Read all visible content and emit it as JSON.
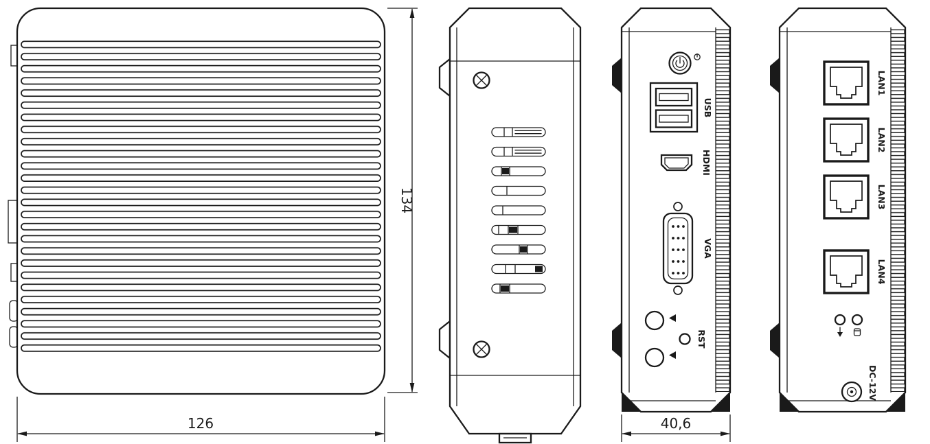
{
  "drawing": {
    "line_color": "#1a1a1a",
    "background": "#ffffff",
    "dimensions": {
      "width": "126",
      "height": "134",
      "depth": "40,6"
    },
    "front_panel": {
      "usb_label": "USB",
      "hdmi_label": "HDMI",
      "vga_label": "VGA",
      "rst_label": "RST"
    },
    "rear_panel": {
      "lan_labels": [
        "LAN1",
        "LAN2",
        "LAN3",
        "LAN4"
      ],
      "dc_label": "DC-12V"
    }
  }
}
